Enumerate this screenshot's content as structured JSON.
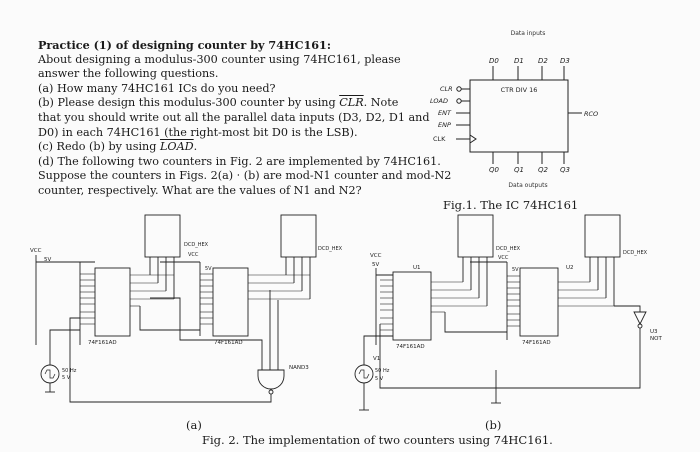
{
  "question": {
    "title": "Practice (1) of designing counter by 74HC161:",
    "intro_1": "About designing a modulus-300 counter using 74HC161, please",
    "intro_2": "answer the following questions.",
    "a": "(a)  How many 74HC161 ICs do you need?",
    "b_1_pre": "(b)  Please design this modulus-300 counter by using ",
    "b_1_clr": "CLR",
    "b_1_post": ". Note",
    "b_2": "that you should write out all the parallel data inputs (D3, D2, D1 and",
    "b_3": "D0) in each 74HC161 (the right-most bit D0 is the LSB).",
    "c_pre": "(c) Redo (b) by using ",
    "c_load": "LOAD",
    "c_post": ".",
    "d_1": "(d) The following two counters in Fig. 2 are implemented by 74HC161.",
    "d_2": "Suppose the counters in Figs. 2(a) ‧ (b) are mod-N1 counter and mod-N2",
    "d_3": "counter, respectively. What are the values of N1 and N2?"
  },
  "fig1": {
    "data_inputs_label": "Data inputs",
    "inputs": [
      "D0",
      "D1",
      "D2",
      "D3"
    ],
    "chip_label": "CTR DIV 16",
    "left_pins": [
      "CLR",
      "LOAD",
      "ENT",
      "ENP",
      "CLK"
    ],
    "rco_label": "RCO",
    "outputs": [
      "Q0",
      "Q1",
      "Q2",
      "Q3"
    ],
    "data_outputs_label": "Data outputs",
    "caption": "Fig.1. The IC 74HC161"
  },
  "fig2": {
    "display_label": "DCD_HEX",
    "vcc": "VCC",
    "five_v": "5V",
    "chip_name": "74F161AD",
    "nand_label": "NAND3",
    "clock_label": "50 Hz",
    "clock_voltage": "5 V",
    "v1": "V1",
    "u1": "U1",
    "u2": "U2",
    "u3": "U3",
    "not_label": "NOT",
    "label_a": "(a)",
    "label_b": "(b)",
    "caption": "Fig. 2. The implementation of two counters using 74HC161."
  }
}
